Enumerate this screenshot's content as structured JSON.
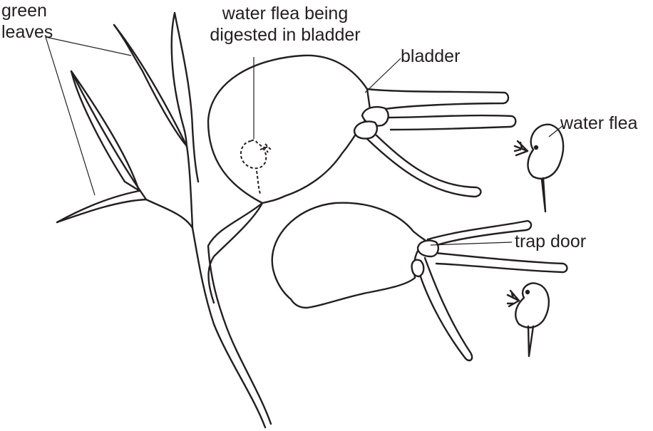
{
  "labels": {
    "green_leaves_line1": "green",
    "green_leaves_line2": "leaves",
    "digested_line1": "water flea being",
    "digested_line2": "digested in bladder",
    "bladder": "bladder",
    "water_flea": "water flea",
    "trap_door": "trap door"
  },
  "colors": {
    "ink": "#231f20",
    "background": "#ffffff"
  }
}
